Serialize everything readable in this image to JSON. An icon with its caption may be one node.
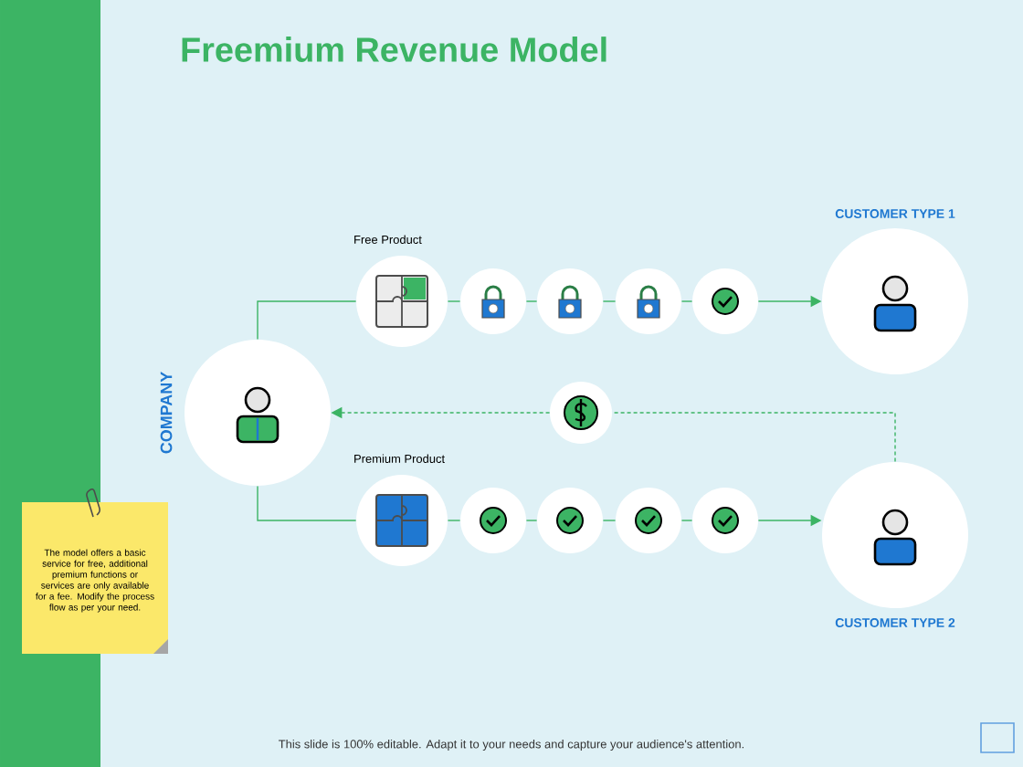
{
  "diagram": {
    "title": "Freemium Revenue Model",
    "nodes": [
      {
        "text": [
          "COMPANY"
        ]
      },
      {
        "text": [
          "Free Product"
        ]
      },
      {
        "text": [],
        "shape": "circle"
      },
      {
        "text": [],
        "shape": "circle"
      },
      {
        "text": [],
        "shape": "circle"
      },
      {
        "text": [],
        "shape": "circle"
      },
      {
        "text": [
          "CUSTOMER TYPE 1"
        ]
      },
      {
        "text": [],
        "shape": "circle"
      },
      {
        "text": [
          "Premium Product"
        ]
      },
      {
        "text": [],
        "shape": "circle"
      },
      {
        "text": [],
        "shape": "circle"
      },
      {
        "text": [],
        "shape": "circle"
      },
      {
        "text": [],
        "shape": "circle"
      },
      {
        "text": [
          "CUSTOMER TYPE 2"
        ]
      }
    ],
    "edges": [
      {
        "from": 0,
        "to": 1,
        "arrow": "none"
      },
      {
        "from": 1,
        "to": 2,
        "arrow": "none"
      },
      {
        "from": 2,
        "to": 3,
        "arrow": "none"
      },
      {
        "from": 3,
        "to": 4,
        "arrow": "none"
      },
      {
        "from": 4,
        "to": 5,
        "arrow": "none"
      },
      {
        "from": 5,
        "to": 6,
        "arrow": "to"
      },
      {
        "from": 13,
        "to": 7,
        "arrow": "none",
        "style": "dashed"
      },
      {
        "from": 7,
        "to": 0,
        "arrow": "to",
        "style": "dashed"
      },
      {
        "from": 0,
        "to": 8,
        "arrow": "none"
      },
      {
        "from": 8,
        "to": 9,
        "arrow": "none"
      },
      {
        "from": 9,
        "to": 10,
        "arrow": "none"
      },
      {
        "from": 10,
        "to": 11,
        "arrow": "none"
      },
      {
        "from": 11,
        "to": 12,
        "arrow": "none"
      },
      {
        "from": 12,
        "to": 13,
        "arrow": "to"
      }
    ],
    "labels": [
      "The model offers a basic service for free, additional premium functions or services are only available for a fee. Modify the process flow as per your need.",
      "This slide is 100% editable. Adapt it to your needs and capture your audience's attention."
    ]
  }
}
